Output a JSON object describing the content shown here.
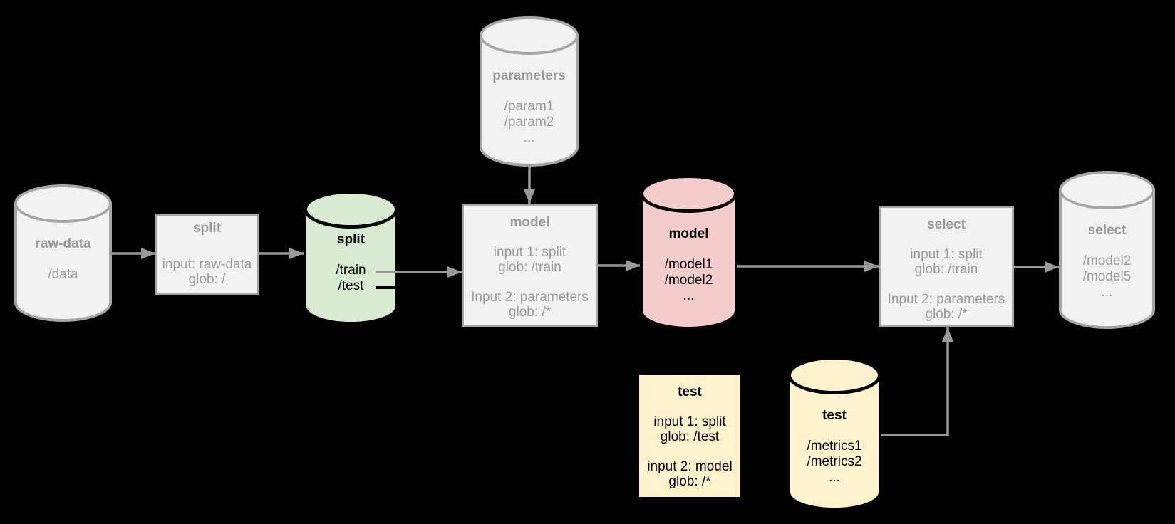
{
  "diagram": {
    "background": "#000000",
    "colors": {
      "gray_fill": "#f2f2f2",
      "gray_stroke": "#a6a6a6",
      "gray_text": "#9a9a9a",
      "arrow": "#999999",
      "green_fill": "#d9ead3",
      "pink_fill": "#f4cccc",
      "yellow_fill": "#fff2cc",
      "black_text": "#000000"
    },
    "nodes": {
      "raw_data_store": {
        "type": "datastore",
        "title": "raw-data",
        "lines": [
          "/data"
        ]
      },
      "split_stage": {
        "type": "stage",
        "title": "split",
        "group1": [
          "input: raw-data",
          "glob: /"
        ]
      },
      "split_store": {
        "type": "datastore",
        "title": "split",
        "lines": [
          "/train",
          "/test"
        ]
      },
      "parameters_store": {
        "type": "datastore",
        "title": "parameters",
        "lines": [
          "/param1",
          "/param2",
          "..."
        ]
      },
      "model_stage": {
        "type": "stage",
        "title": "model",
        "group1": [
          "input 1: split",
          "glob: /train"
        ],
        "group2": [
          "Input 2: parameters",
          "glob: /*"
        ]
      },
      "model_store": {
        "type": "datastore",
        "title": "model",
        "lines": [
          "/model1",
          "/model2",
          "..."
        ]
      },
      "select_stage": {
        "type": "stage",
        "title": "select",
        "group1": [
          "input 1: split",
          "glob: /train"
        ],
        "group2": [
          "Input 2: parameters",
          "glob: /*"
        ]
      },
      "select_store": {
        "type": "datastore",
        "title": "select",
        "lines": [
          "/model2",
          "/model5",
          "..."
        ]
      },
      "test_stage": {
        "type": "stage",
        "title": "test",
        "group1": [
          "input 1: split",
          "glob: /test"
        ],
        "group2": [
          "input 2: model",
          "glob: /*"
        ]
      },
      "test_store": {
        "type": "datastore",
        "title": "test",
        "lines": [
          "/metrics1",
          "/metrics2",
          "..."
        ]
      }
    }
  }
}
